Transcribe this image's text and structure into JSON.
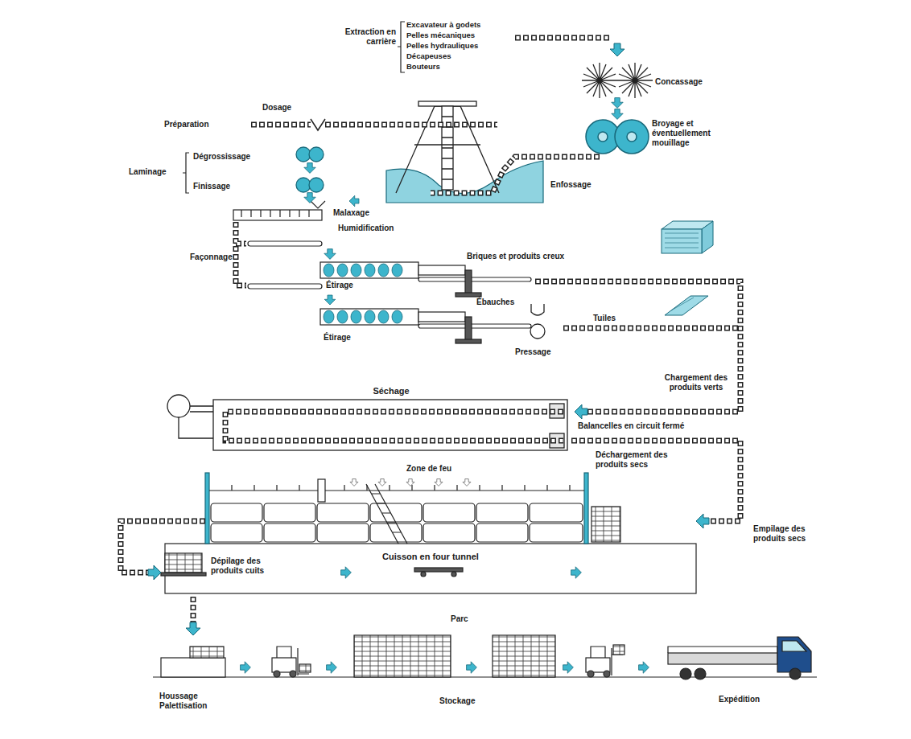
{
  "diagram": {
    "nodes": [
      {
        "text": [
          "Séchage"
        ]
      },
      {
        "text": [
          "Cuisson en four tunnel"
        ]
      }
    ],
    "edges": [
      {
        "from": 0,
        "to": 1,
        "arrow": "to"
      }
    ],
    "labels": [
      "Extraction en carrière",
      "Excavateur à godets",
      "Pelles mécaniques",
      "Pelles hydrauliques",
      "Décapeuses",
      "Bouteurs",
      "Concassage",
      "Broyage et éventuellement mouillage",
      "Dosage",
      "Préparation",
      "Enfossage",
      "Laminage",
      "Dégrossissage",
      "Finissage",
      "Malaxage",
      "Humidification",
      "Façonnage",
      "Briques et produits creux",
      "Étirage",
      "Ébauches",
      "Tuiles",
      "Étirage",
      "Pressage",
      "Chargement des produits verts",
      "Balancelles en circuit fermé",
      "Déchargement des produits secs",
      "Zone de feu",
      "Empilage des produits secs",
      "Dépilage des produits cuits",
      "Parc",
      "Houssage Palettisation",
      "Stockage",
      "Expédition"
    ]
  }
}
